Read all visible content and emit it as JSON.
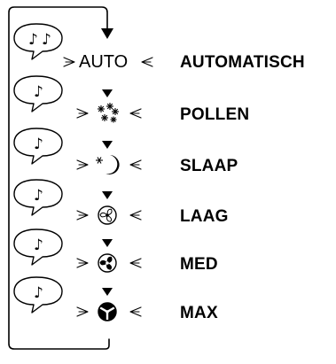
{
  "modes": [
    {
      "label": "AUTOMATISCH",
      "display": "AUTO",
      "icon": "auto-text",
      "beeps": 2
    },
    {
      "label": "POLLEN",
      "icon": "pollen-icon",
      "beeps": 1
    },
    {
      "label": "SLAAP",
      "icon": "sleep-moon-icon",
      "beeps": 1
    },
    {
      "label": "LAAG",
      "icon": "fan-low-icon",
      "beeps": 1
    },
    {
      "label": "MED",
      "icon": "fan-medium-icon",
      "beeps": 1
    },
    {
      "label": "MAX",
      "icon": "fan-max-icon",
      "beeps": 1
    }
  ],
  "note_glyph": "♪"
}
